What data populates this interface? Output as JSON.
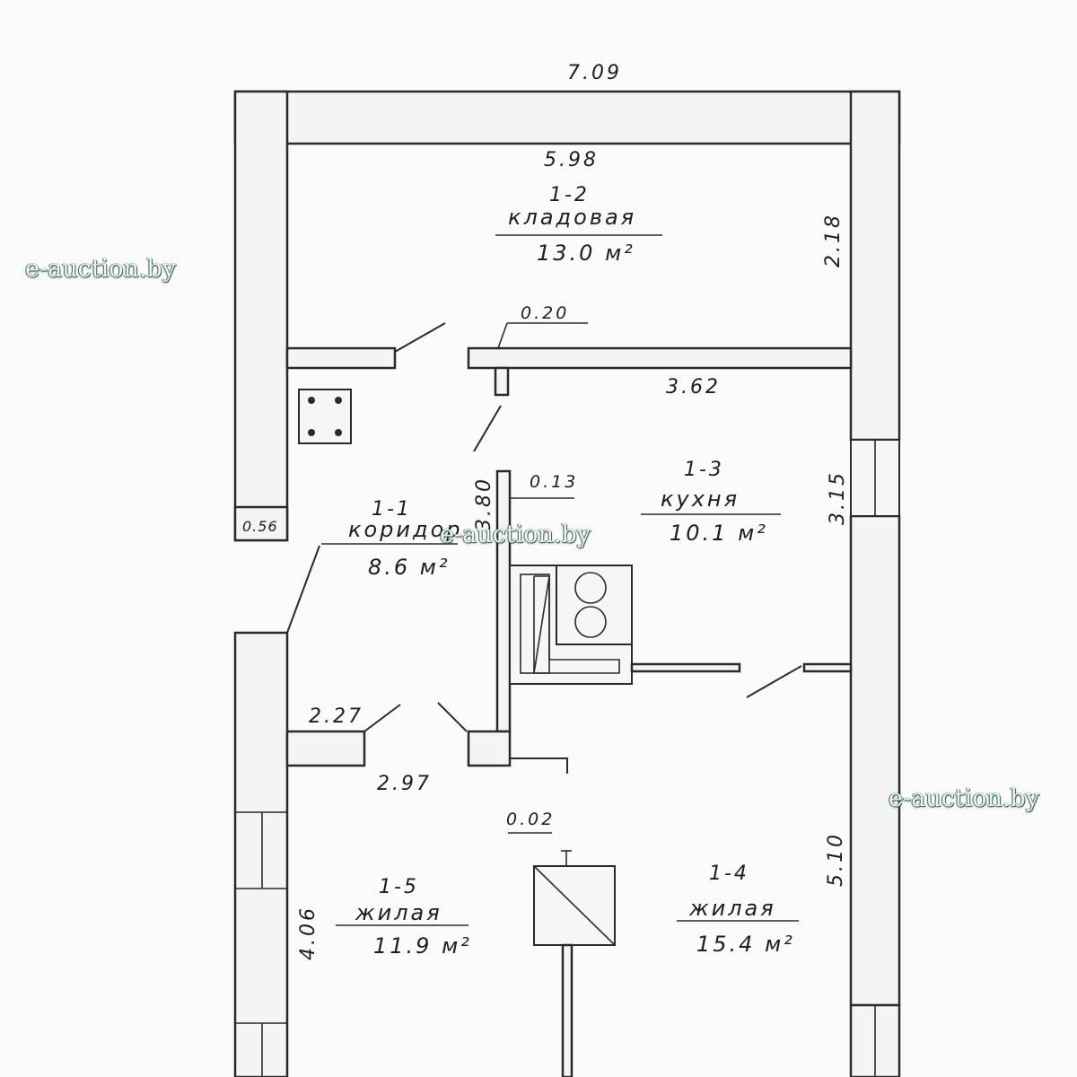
{
  "dimensions": {
    "overall_width": "7.09",
    "inner_width": "5.98",
    "right_upper": "2.18",
    "partition_thickness": "0.20",
    "kitchen_width": "3.62",
    "kitchen_depth": "3.15",
    "corridor_length": "3.80",
    "inner_wall_thickness": "0.13",
    "left_offset": "0.56",
    "corridor_width": "2.27",
    "room5_width": "2.97",
    "bottom_offset": "0.02",
    "room5_depth": "4.06",
    "room4_depth": "5.10"
  },
  "rooms": [
    {
      "id": "1-1",
      "name": "коридор",
      "area": "8.6 м²"
    },
    {
      "id": "1-2",
      "name": "кладовая",
      "area": "13.0 м²"
    },
    {
      "id": "1-3",
      "name": "кухня",
      "area": "10.1 м²"
    },
    {
      "id": "1-4",
      "name": "жилая",
      "area": "15.4 м²"
    },
    {
      "id": "1-5",
      "name": "жилая",
      "area": "11.9 м²"
    }
  ],
  "watermarks": [
    "e-auction.by",
    "e-auction.by",
    "e-auction.by"
  ],
  "colors": {
    "ink": "#2a2a2a",
    "paper": "#fbfbf9",
    "watermark_outline": "#3c6a66"
  }
}
